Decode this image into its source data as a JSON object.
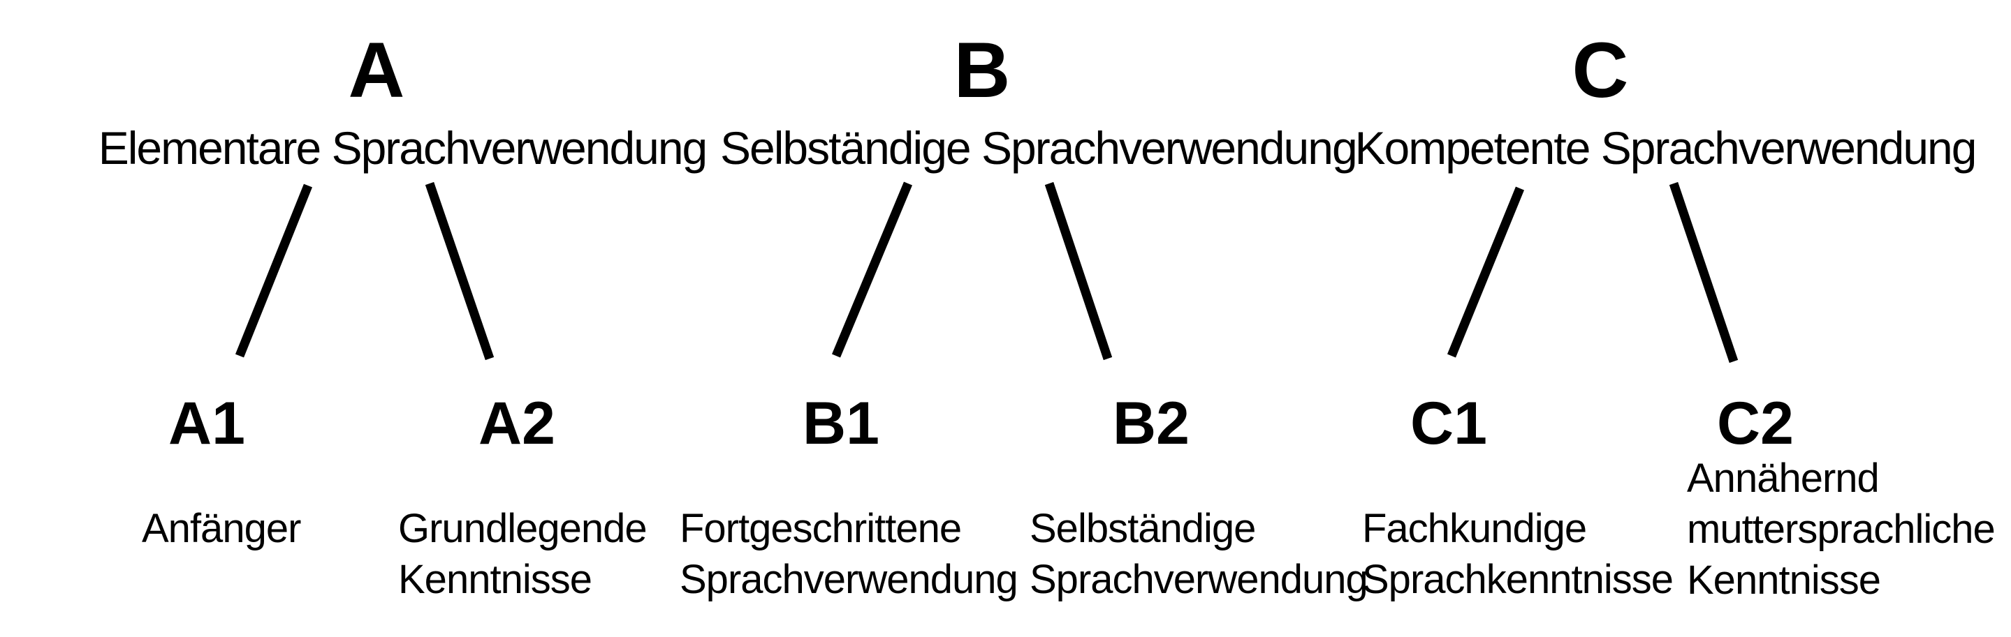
{
  "diagram": {
    "colors": {
      "background": "#ffffff",
      "text": "#000000",
      "line": "#000000"
    },
    "groups": [
      {
        "letter": "A",
        "subtitle": "Elementare Sprachverwendung",
        "levels": [
          {
            "code": "A1",
            "description": "Anfänger"
          },
          {
            "code": "A2",
            "description": "Grundlegende\nKenntnisse"
          }
        ]
      },
      {
        "letter": "B",
        "subtitle": "Selbständige Sprachverwendung",
        "levels": [
          {
            "code": "B1",
            "description": "Fortgeschrittene\nSprachverwendung"
          },
          {
            "code": "B2",
            "description": "Selbständige\nSprachverwendung"
          }
        ]
      },
      {
        "letter": "C",
        "subtitle": "Kompetente Sprachverwendung",
        "levels": [
          {
            "code": "C1",
            "description": "Fachkundige\nSprachkenntnisse"
          },
          {
            "code": "C2",
            "description": "Annähernd\nmuttersprachliche\nKenntnisse"
          }
        ]
      }
    ]
  }
}
